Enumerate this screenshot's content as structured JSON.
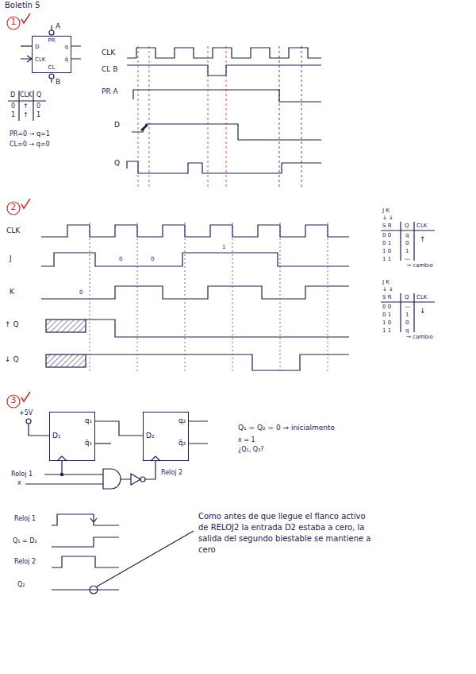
{
  "diagram": {
    "nodes": [
      {
        "text": [
          "PR",
          "D",
          "q",
          "CLK",
          "q̄",
          "CL"
        ]
      },
      {
        "text": [
          "D₁",
          "q₁",
          "q̄₁"
        ]
      },
      {
        "text": [
          "D₂",
          "q₂",
          "q̄₂"
        ]
      }
    ],
    "edges": [
      {
        "from": 1,
        "to": 2,
        "arrow": "none"
      }
    ],
    "labels": [
      "Boletín 5",
      "1",
      "A",
      "B",
      "D",
      "CLK",
      "Q",
      "0",
      "↑",
      "0",
      "1",
      "↑",
      "1",
      "PR=0 → q=1",
      "CL=0 → q=0",
      "CLK",
      "CL B",
      "PR A",
      "D",
      "Q",
      "2",
      "CLK",
      "J",
      "K",
      "↑ Q",
      "↓ Q",
      "0",
      "0",
      "1",
      "0",
      "J K",
      "↓ ↓",
      "S R",
      "Q",
      "CLK",
      "0 0",
      "q",
      "0 1",
      "0",
      "1 0",
      "1",
      "1 1",
      "—",
      "↑",
      "→ cambio",
      "J K",
      "↓ ↓",
      "S R",
      "Q",
      "CLK",
      "0 0",
      "—",
      "0 1",
      "1",
      "1 0",
      "0",
      "1 1",
      "q",
      "↓",
      "→ cambio",
      "3",
      "+5V",
      "Reloj 1",
      "x",
      "Reloj 2",
      "Q₁ = Q₂ = 0 → inicialmente",
      "x = 1",
      "¿Q₁, Q₂?",
      "Reloj 1",
      "Q₁ = D₂",
      "Reloj 2",
      "Q₂",
      "Como antes de que llegue el flanco activo de RELOJ2 la entrada D2 estaba a cero, la salida del segundo biestable se mantiene a cero"
    ]
  }
}
